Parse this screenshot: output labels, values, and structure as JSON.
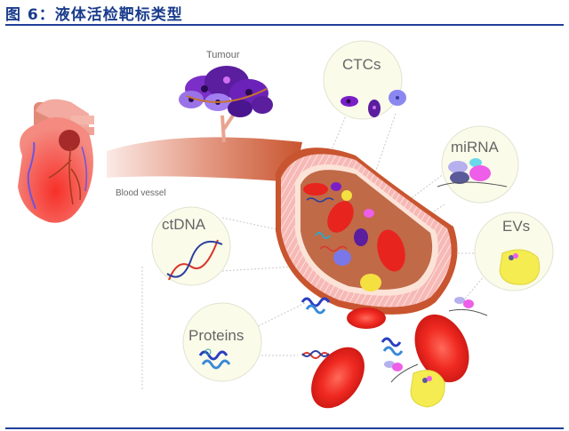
{
  "figure": {
    "title": "图 6：液体活检靶标类型"
  },
  "labels": {
    "tumour": "Tumour",
    "blood_vessel": "Blood vessel",
    "ctcs": "CTCs",
    "mirna": "miRNA",
    "evs": "EVs",
    "ctdna": "ctDNA",
    "proteins": "Proteins"
  },
  "colors": {
    "title_blue": "#1a3c8c",
    "rule_blue": "#1f3f99",
    "bubble_fill": "#fbfbea",
    "rbc_red": "#e8221f",
    "vessel_brown": "#c8552f"
  }
}
